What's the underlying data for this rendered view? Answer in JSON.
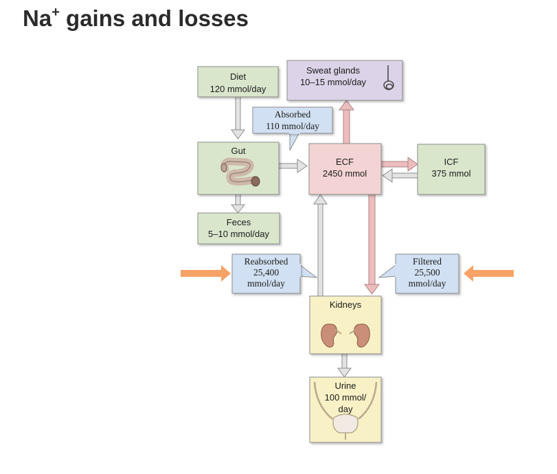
{
  "page": {
    "title_main": "Na",
    "title_sup": "+",
    "title_rest": " gains and losses"
  },
  "diagram": {
    "diet": {
      "label": "Diet",
      "value": "120 mmol/day"
    },
    "sweat": {
      "label": "Sweat glands",
      "value": "10–15 mmol/day"
    },
    "absorbed": {
      "label": "Absorbed",
      "value": "110 mmol/day"
    },
    "gut": {
      "label": "Gut"
    },
    "ecf": {
      "label": "ECF",
      "value": "2450 mmol"
    },
    "icf": {
      "label": "ICF",
      "value": "375 mmol"
    },
    "feces": {
      "label": "Feces",
      "value": "5–10 mmol/day"
    },
    "reabsorbed": {
      "line1": "Reabsorbed",
      "line2": "25,400",
      "line3": "mmol/day"
    },
    "filtered": {
      "line1": "Filtered",
      "line2": "25,500",
      "line3": "mmol/day"
    },
    "kidneys": {
      "label": "Kidneys"
    },
    "urine": {
      "line1": "Urine",
      "line2": "100 mmol/",
      "line3": "day"
    }
  },
  "colors": {
    "green_box": "#d9e6cc",
    "purple_box": "#ddd3e8",
    "pink_box": "#f3d3d3",
    "blue_callout": "#d1e0f2",
    "yellow_box": "#f8f1c6",
    "orange_arrow": "#f7a266",
    "pink_arrow": "#edbcbc"
  }
}
